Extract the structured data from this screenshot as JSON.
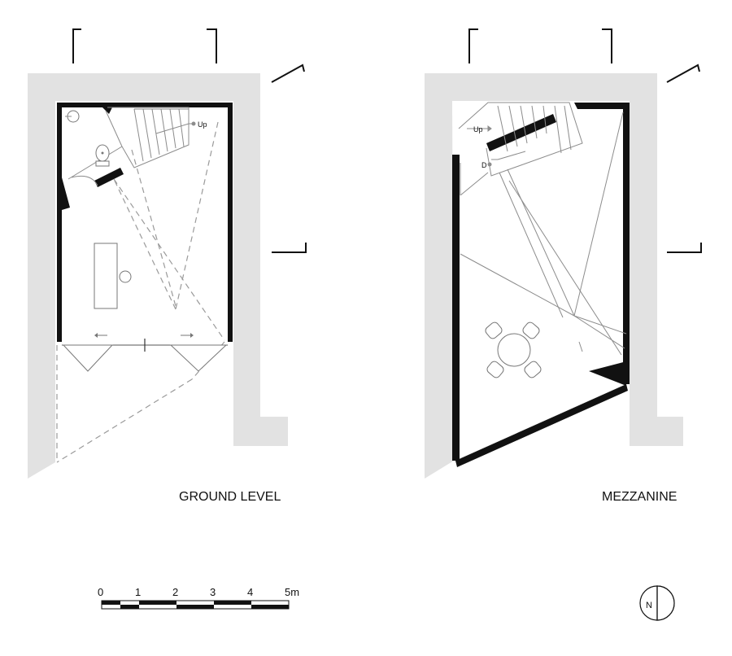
{
  "plans": [
    {
      "title": "GROUND LEVEL",
      "stair_label": "Up"
    },
    {
      "title": "MEZZANINE",
      "stair_up_label": "Up",
      "stair_down_label": "D"
    }
  ],
  "scale_bar": {
    "ticks": [
      "0",
      "1",
      "2",
      "3",
      "4",
      "5m"
    ]
  },
  "north_arrow": {
    "label": "N"
  },
  "colors": {
    "wall": "#111111",
    "site": "#e2e2e2",
    "dash": "#9a9a9a"
  }
}
